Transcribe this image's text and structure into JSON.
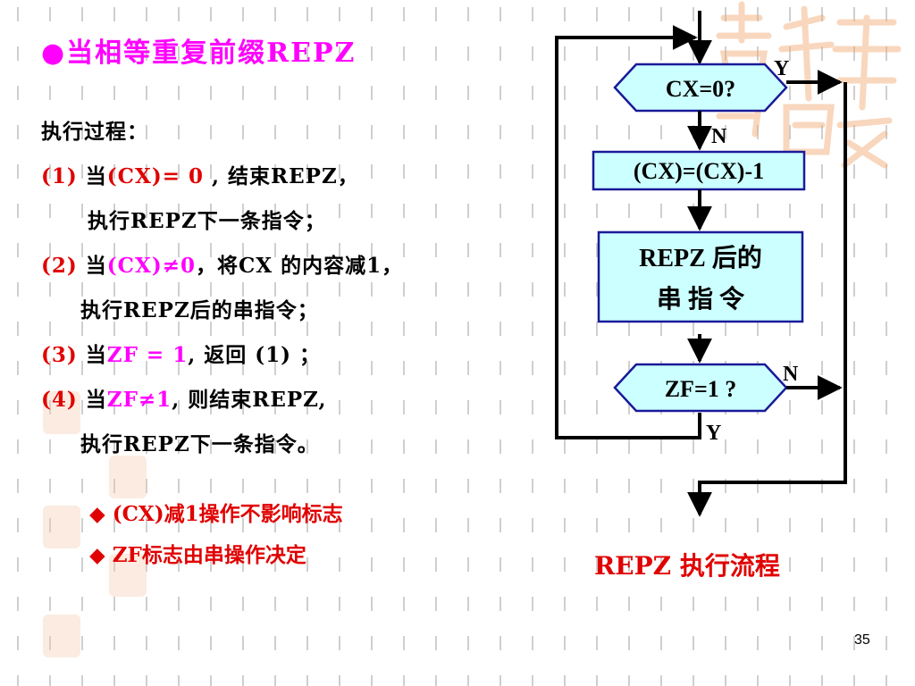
{
  "slide": {
    "title": "●当相等重复前缀REPZ",
    "process_label": "执行过程：",
    "steps": [
      {
        "num": "(1)",
        "pre": " 当",
        "cond": "(CX)= 0",
        "post": " , 结束REPZ，"
      },
      {
        "cont": "执行REPZ下一条指令；"
      },
      {
        "num": "(2)",
        "pre": " 当",
        "cond": "(CX)≠0",
        "post": "，将CX 的内容减1，"
      },
      {
        "cont": "执行REPZ后的串指令；"
      },
      {
        "num": "(3)",
        "pre": " 当",
        "cond": "ZF = 1",
        "post": ", 返回 (1) ；"
      },
      {
        "num": "(4)",
        "pre": " 当",
        "cond": "ZF≠1",
        "post": ", 则结束REPZ,"
      },
      {
        "cont": "执行REPZ下一条指令。"
      }
    ],
    "notes": [
      "◆ (CX)减1操作不影响标志",
      "◆ ZF标志由串操作决定"
    ],
    "page_number": "35"
  },
  "flowchart": {
    "decision_cx": "CX=0?",
    "decision_cx_yes": "Y",
    "decision_cx_no": "N",
    "process_dec": "(CX)=(CX)-1",
    "process_exec_line1": "REPZ 后的",
    "process_exec_line2": "串  指  令",
    "decision_zf": "ZF=1 ?",
    "decision_zf_no": "N",
    "decision_zf_yes": "Y",
    "caption": "REPZ 执行流程"
  },
  "colors": {
    "title": "#ff00ff",
    "condition_red": "#e00000",
    "condition_magenta": "#ff00ff",
    "box_fill": "#ccffff",
    "box_stroke": "#1a1a99",
    "watermark": "#f0a870",
    "grid_dash": "#cfcfcf"
  }
}
